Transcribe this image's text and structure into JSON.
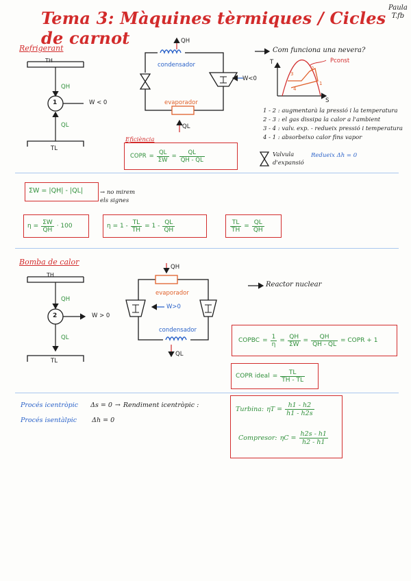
{
  "header": {
    "title": "Tema 3: Màquines tèrmiques / Cicles de carnot",
    "author_line1": "Paula",
    "author_line2": "T.fb"
  },
  "refrigerant": {
    "section_label": "Refrigerant",
    "th": "TH",
    "tl": "TL",
    "qh": "QH",
    "ql": "QL",
    "circle_num": "1",
    "work": "W < 0",
    "cycle": {
      "qh": "QH",
      "condensador": "condensador",
      "evaporador": "evaporador",
      "ql": "QL",
      "work": "W<0"
    },
    "question": "Com funciona una nevera?",
    "ts_axis_t": "T",
    "ts_axis_s": "S",
    "ts_label_pconst": "Pconst",
    "ts_points": [
      "1",
      "2",
      "3",
      "4"
    ],
    "steps": [
      "1 - 2 : augmentarà la pressió i la temperatura",
      "2 - 3 : el gas dissipa la calor a l'ambient",
      "3 - 4 : valv. exp. - redueix pressió i temperatura",
      "4 - 1 : absorbeixo calor fins vapor"
    ],
    "valve_label_1": "Valvula",
    "valve_label_2": "d'expansió",
    "valve_note": "Redueix Δh = 0",
    "efficiency_label": "Eficiència",
    "cop_r": "COPR",
    "cop_f1_num": "QL",
    "cop_f1_den": "ΣW",
    "cop_f2_num": "QL",
    "cop_f2_den": "QH - QL"
  },
  "work_balance": {
    "sum_w": "ΣW = |QH| - |QL|",
    "note_1": "→ no mirem",
    "note_2": "els signes",
    "eta1_lhs": "η =",
    "eta1_num": "ΣW",
    "eta1_den": "QH",
    "eta1_tail": "· 100",
    "eta2_lhs": "η = 1 -",
    "eta2_f1_num": "TL",
    "eta2_f1_den": "TH",
    "eta2_mid": "= 1 -",
    "eta2_f2_num": "QL",
    "eta2_f2_den": "QH",
    "ratio_f1_num": "TL",
    "ratio_f1_den": "TH",
    "ratio_f2_num": "QL",
    "ratio_f2_den": "QH"
  },
  "heat_pump": {
    "section_label": "Bomba de calor",
    "th": "TH",
    "tl": "TL",
    "qh": "QH",
    "ql": "QL",
    "circle_num": "2",
    "work": "W > 0",
    "cycle": {
      "qh": "QH",
      "evaporador": "evaporador",
      "work": "W>0",
      "condensador": "condensador",
      "ql": "QL"
    },
    "reactor": "Reactor nuclear",
    "cop_bc": "COPBC",
    "cop_f1_num": "1",
    "cop_f1_den": "η",
    "cop_f2_num": "QH",
    "cop_f2_den": "ΣW",
    "cop_f3_num": "QH",
    "cop_f3_den": "QH - QL",
    "cop_tail": "= COPR + 1",
    "cop_ideal": "COPR ideal",
    "cop_ideal_num": "TL",
    "cop_ideal_den": "TH - TL"
  },
  "processes": {
    "isentropic_label": "Procés icentròpic",
    "isentropic_eq": "Δs = 0",
    "isentropic_arrow": "→",
    "isentropic_result": "Rendiment icentròpic :",
    "isenthalpic_label": "Procés isentàlpic",
    "isenthalpic_eq": "Δh = 0",
    "turbine": "Turbina:",
    "turbine_eta": "ηT =",
    "turbine_num": "h1 - h2",
    "turbine_den": "h1 - h2s",
    "compressor": "Compresor:",
    "compressor_eta": "ηC =",
    "compressor_num": "h2s - h1",
    "compressor_den": "h2 - h1"
  }
}
